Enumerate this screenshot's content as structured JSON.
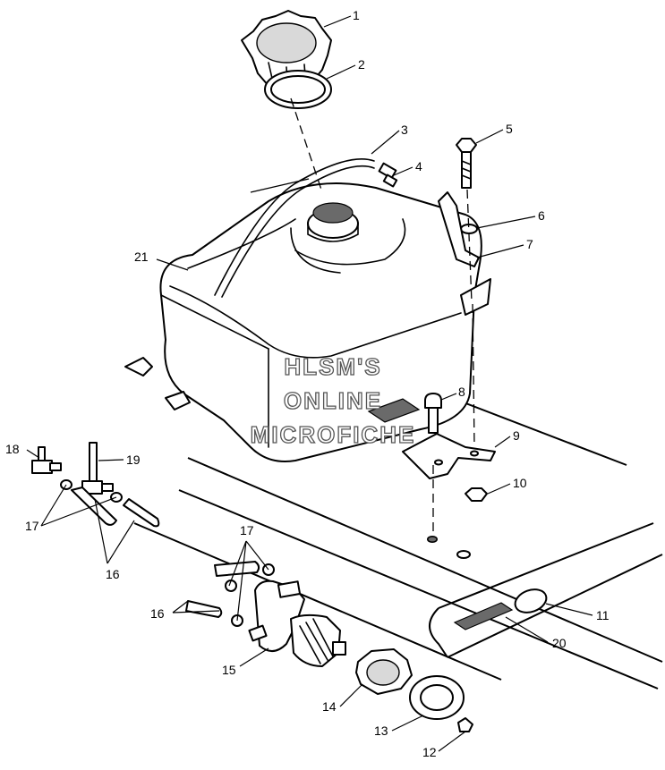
{
  "callouts": [
    {
      "id": "c1",
      "label": "1"
    },
    {
      "id": "c2",
      "label": "2"
    },
    {
      "id": "c3",
      "label": "3"
    },
    {
      "id": "c4",
      "label": "4"
    },
    {
      "id": "c5",
      "label": "5"
    },
    {
      "id": "c6",
      "label": "6"
    },
    {
      "id": "c7",
      "label": "7"
    },
    {
      "id": "c8",
      "label": "8"
    },
    {
      "id": "c9",
      "label": "9"
    },
    {
      "id": "c10",
      "label": "10"
    },
    {
      "id": "c11",
      "label": "11"
    },
    {
      "id": "c12",
      "label": "12"
    },
    {
      "id": "c13",
      "label": "13"
    },
    {
      "id": "c14",
      "label": "14"
    },
    {
      "id": "c15",
      "label": "15"
    },
    {
      "id": "c16a",
      "label": "16"
    },
    {
      "id": "c16b",
      "label": "16"
    },
    {
      "id": "c17a",
      "label": "17"
    },
    {
      "id": "c17b",
      "label": "17"
    },
    {
      "id": "c18",
      "label": "18"
    },
    {
      "id": "c19",
      "label": "19"
    },
    {
      "id": "c20",
      "label": "20"
    },
    {
      "id": "c21",
      "label": "21"
    }
  ],
  "watermark": {
    "line1": "HLSM'S",
    "line2": "ONLINE",
    "line3": "MICROFICHE"
  },
  "colors": {
    "line": "#000000",
    "background": "#ffffff",
    "watermark_outline": "#555555"
  }
}
